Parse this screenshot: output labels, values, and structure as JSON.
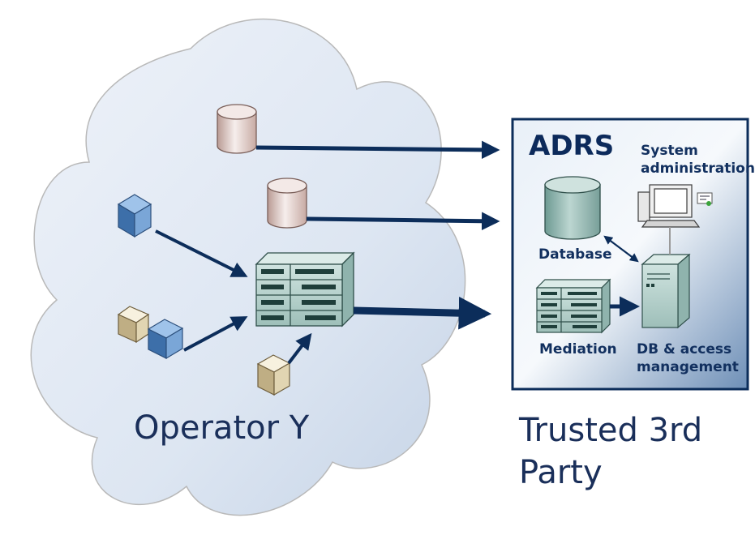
{
  "cloud": {
    "label": "Operator Y"
  },
  "trusted_party": {
    "label_line1": "Trusted 3rd",
    "label_line2": "Party",
    "box_title": "ADRS",
    "system_admin_line1": "System",
    "system_admin_line2": "administration",
    "database": "Database",
    "mediation": "Mediation",
    "db_access_line1": "DB & access",
    "db_access_line2": "management"
  },
  "colors": {
    "arrow": "#0c2d5a",
    "box_border": "#0c2d5a",
    "cloud_fill": "#dce5f2",
    "cloud_stroke": "#b9b9b9"
  }
}
